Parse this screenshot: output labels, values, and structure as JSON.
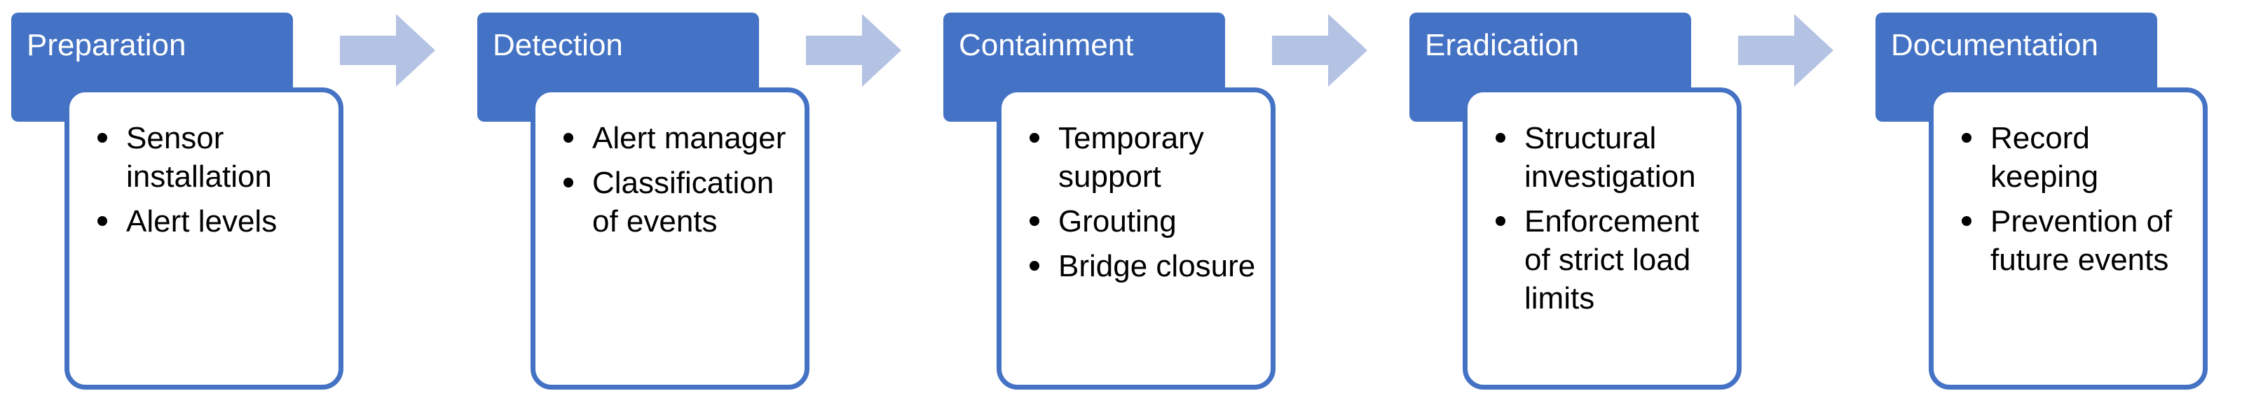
{
  "colors": {
    "header_fill": "#4472c4",
    "card_border": "#4472c4",
    "arrow_fill": "#b4c2e3",
    "text_on_header": "#ffffff",
    "body_text": "#000000"
  },
  "stages": [
    {
      "title": "Preparation",
      "items": [
        "Sensor installation",
        "Alert levels"
      ]
    },
    {
      "title": "Detection",
      "items": [
        "Alert manager",
        "Classification of events"
      ]
    },
    {
      "title": "Containment",
      "items": [
        "Temporary support",
        "Grouting",
        "Bridge closure"
      ]
    },
    {
      "title": "Eradication",
      "items": [
        "Structural investigation",
        "Enforcement of strict load limits"
      ]
    },
    {
      "title": "Documentation",
      "items": [
        "Record keeping",
        "Prevention of future events"
      ]
    }
  ],
  "connectors": [
    {
      "icon": "right-arrow-icon"
    },
    {
      "icon": "right-arrow-icon"
    },
    {
      "icon": "right-arrow-icon"
    },
    {
      "icon": "right-arrow-icon"
    }
  ]
}
